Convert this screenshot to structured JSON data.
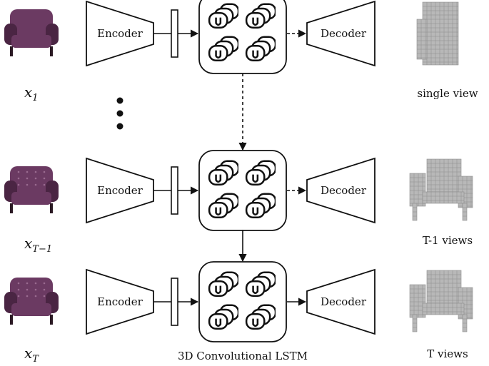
{
  "rows": [
    {
      "id": "row-1",
      "input_label": "x",
      "input_sub": "1",
      "encoder_label": "Encoder",
      "decoder_label": "Decoder",
      "output_label": "single view"
    },
    {
      "id": "row-t-minus-1",
      "input_label": "x",
      "input_sub": "T−1",
      "encoder_label": "Encoder",
      "decoder_label": "Decoder",
      "output_label": "T-1 views"
    },
    {
      "id": "row-t",
      "input_label": "x",
      "input_sub": "T",
      "encoder_label": "Encoder",
      "decoder_label": "Decoder",
      "output_label": "T views"
    }
  ],
  "bottom_caption": "3D Convolutional LSTM",
  "colors": {
    "chair": "#6b3a62",
    "chair_dark": "#4a2543",
    "voxel": "#b8b8b8",
    "voxel_dark": "#8c8c8c",
    "stroke": "#111111"
  },
  "icons": {
    "lstm_unit": "lstm-cell-icon",
    "input_image": "purple-armchair-photo",
    "output_shape": "voxel-chair-render"
  }
}
